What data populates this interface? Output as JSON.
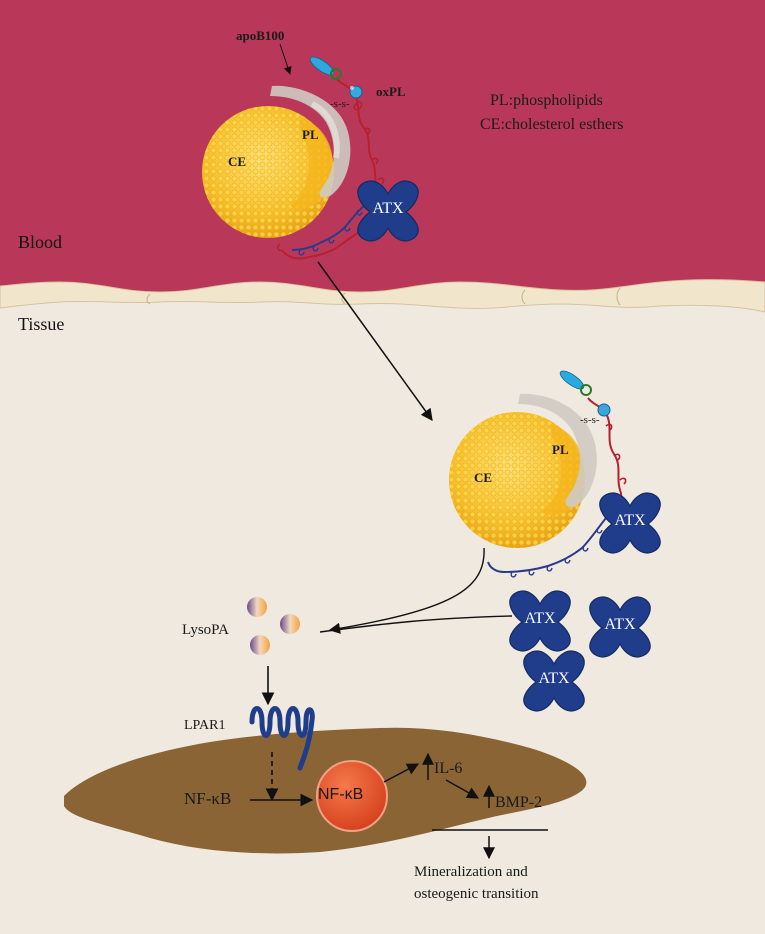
{
  "compartments": {
    "blood": "Blood",
    "tissue": "Tissue"
  },
  "legend": {
    "pl": "PL:phospholipids",
    "ce": "CE:cholesterol esthers"
  },
  "particle_top": {
    "apob": "apoB100",
    "oxpl": "oxPL",
    "pl": "PL",
    "ce": "CE",
    "ss": "-s-s-",
    "atx": "ATX"
  },
  "particle_bottom": {
    "pl": "PL",
    "ce": "CE",
    "ss": "-s-s-",
    "atx": "ATX"
  },
  "free_atx": [
    "ATX",
    "ATX",
    "ATX"
  ],
  "lysopa": "LysoPA",
  "cell": {
    "receptor": "LPAR1",
    "nfkb_cytoplasm": "NF-κB",
    "nfkb_nucleus": "NF-κB",
    "il6": "IL-6",
    "bmp2": "BMP-2",
    "outcome_line1": "Mineralization and",
    "outcome_line2": "osteogenic transition"
  },
  "colors": {
    "blood": "#b9385a",
    "tissue": "#efe9df",
    "lipid_core": "#f7c02b",
    "atx": "#1f3d8a",
    "cell": "#8a6434",
    "nucleus": "#e8532a",
    "apob_chain": "#b81f2f",
    "kringle_chain": "#2a3a8c"
  }
}
